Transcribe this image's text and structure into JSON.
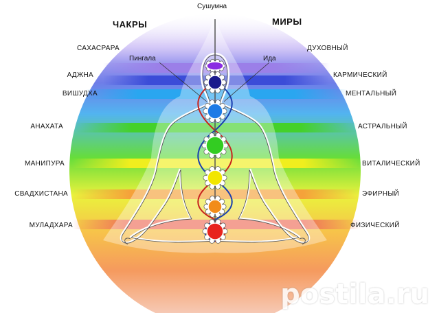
{
  "headings": {
    "chakras": "ЧАКРЫ",
    "worlds": "МИРЫ"
  },
  "channels": {
    "sushumna": "Сушумна",
    "pingala": "Пингала",
    "ida": "Ида"
  },
  "chakras": [
    {
      "name": "САХАСРАРА",
      "color": "#8a2be2"
    },
    {
      "name": "АДЖНА",
      "color": "#1a1a8c"
    },
    {
      "name": "ВИШУДХА",
      "color": "#1e7be6"
    },
    {
      "name": "АНАХАТА",
      "color": "#33cc22"
    },
    {
      "name": "МАНИПУРА",
      "color": "#f2e600"
    },
    {
      "name": "СВАДХИСТАНА",
      "color": "#f28c1a"
    },
    {
      "name": "МУЛАДХАРА",
      "color": "#e8231e"
    }
  ],
  "worlds": [
    "ДУХОВНЫЙ",
    "КАРМИЧЕСКИЙ",
    "МЕНТАЛЬНЫЙ",
    "АСТРАЛЬНЫЙ",
    "ВИТАЛИЧЕСКИЙ",
    "ЭФИРНЫЙ",
    "ФИЗИЧЕСКИЙ"
  ],
  "watermark": "postila.ru"
}
